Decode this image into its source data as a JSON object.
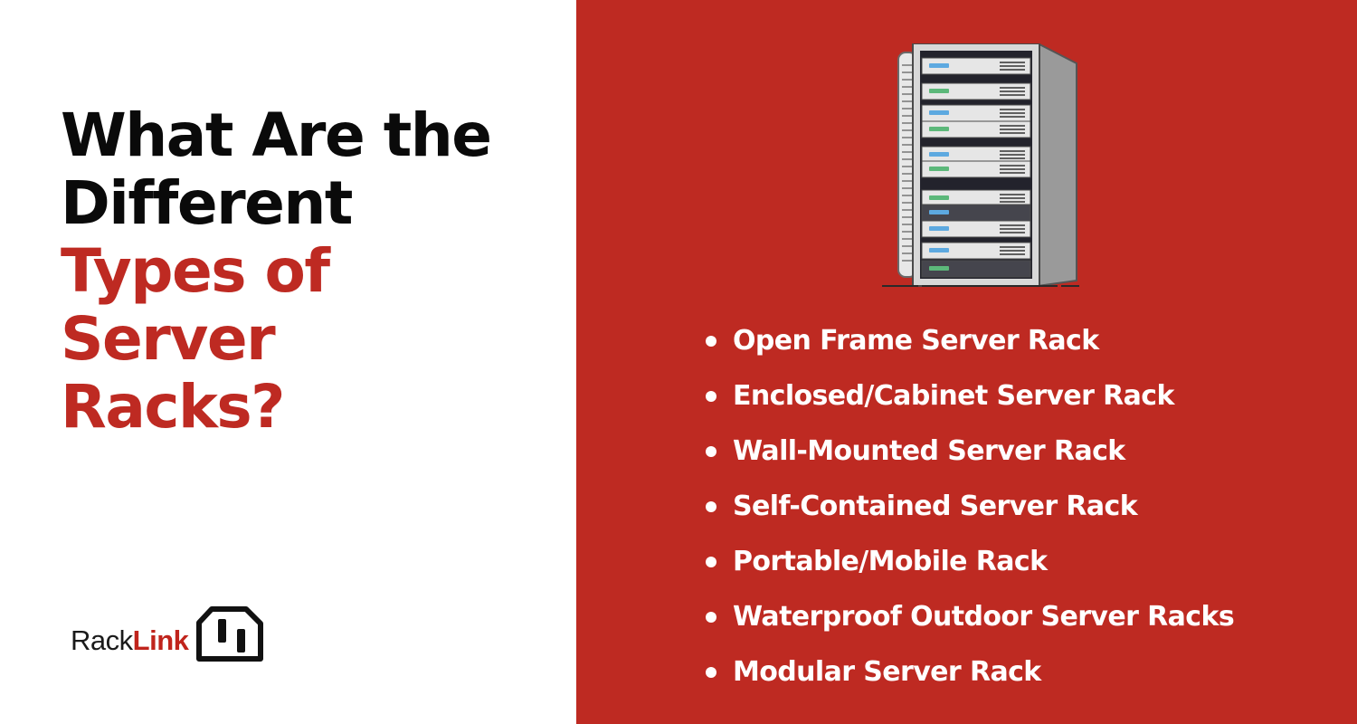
{
  "headline": {
    "line1": "What Are the",
    "line2": "Different",
    "line3": "Types of",
    "line4": "Server",
    "line5": "Racks?"
  },
  "colors": {
    "accent_red": "#be2a22",
    "headline_dark": "#0a0a0a",
    "background_left": "#ffffff",
    "list_text": "#ffffff"
  },
  "logo": {
    "part1": "Rack",
    "part2": "Link",
    "icon": "power-plug-icon"
  },
  "illustration": {
    "icon": "server-rack-icon"
  },
  "rack_types": [
    "Open Frame Server Rack",
    "Enclosed/Cabinet Server Rack",
    "Wall-Mounted Server Rack",
    "Self-Contained Server Rack",
    "Portable/Mobile Rack",
    "Waterproof Outdoor Server Racks",
    "Modular Server Rack"
  ]
}
